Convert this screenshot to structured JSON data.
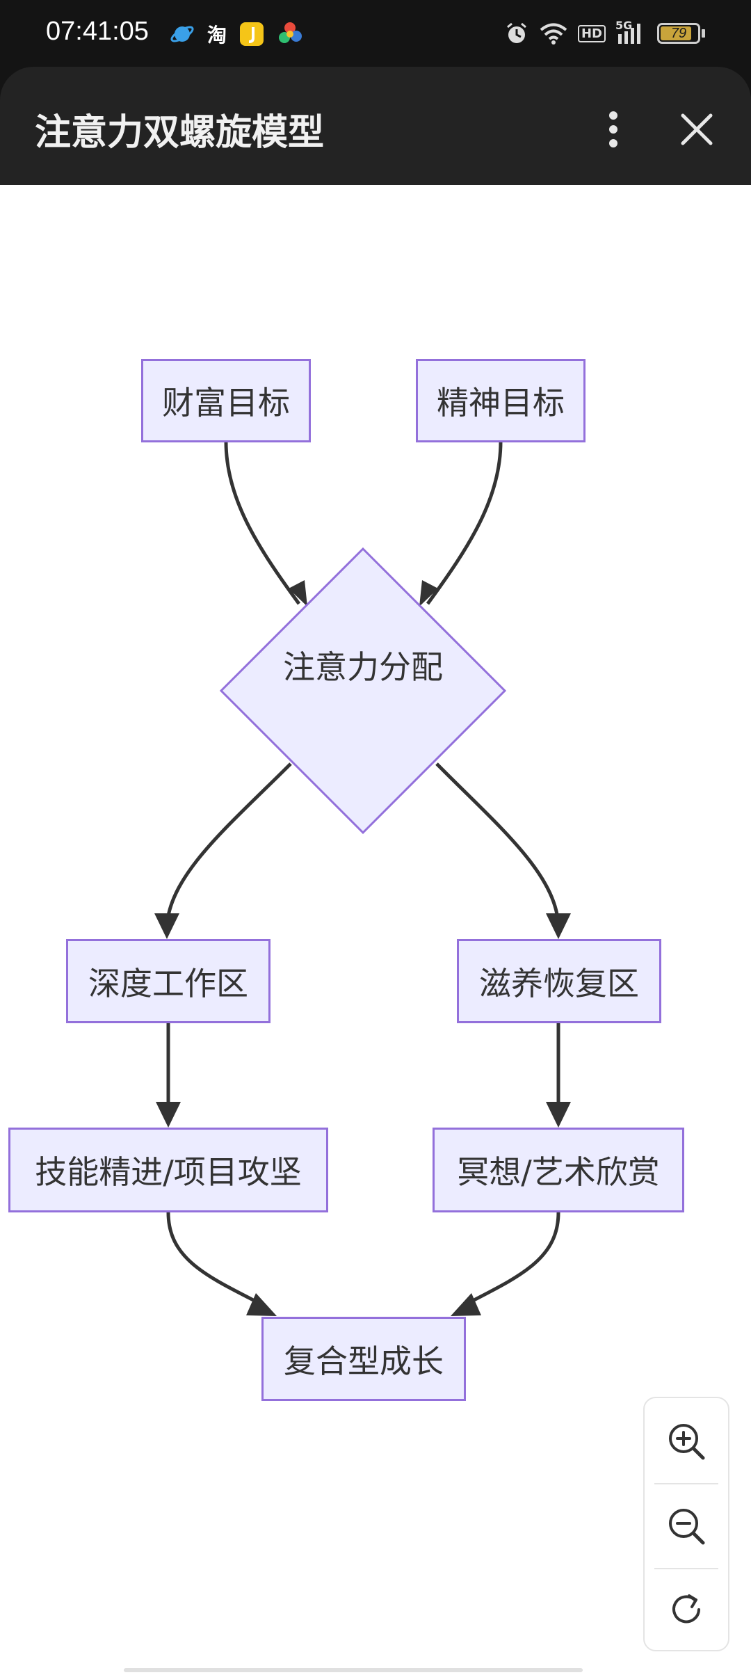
{
  "status_bar": {
    "time": "07:41:05",
    "app_icons": [
      "planet-icon",
      "taobao-icon",
      "yellow-app-icon",
      "colorful-app-icon"
    ],
    "taobao_text": "淘",
    "network_label": "HD",
    "signal_label": "5G",
    "battery_level": "79"
  },
  "header": {
    "title": "注意力双螺旋模型"
  },
  "diagram": {
    "nodes": {
      "wealth_goal": "财富目标",
      "spirit_goal": "精神目标",
      "attention_allocation": "注意力分配",
      "deep_work": "深度工作区",
      "nourish_recovery": "滋养恢复区",
      "skill_project": "技能精进/项目攻坚",
      "meditation_art": "冥想/艺术欣赏",
      "compound_growth": "复合型成长"
    },
    "colors": {
      "node_fill": "#ececff",
      "node_border": "#9370db",
      "edge": "#333333"
    }
  },
  "zoom_controls": [
    "zoom-in-icon",
    "zoom-out-icon",
    "reset-icon"
  ]
}
